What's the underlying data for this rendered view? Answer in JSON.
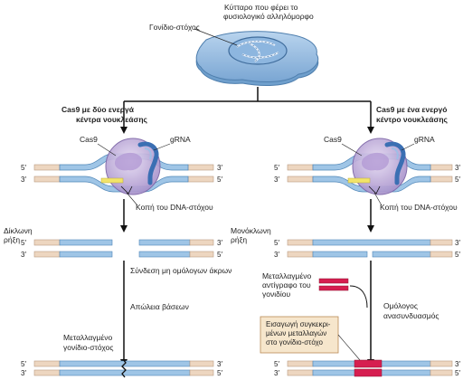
{
  "cell": {
    "caption_line1": "Κύτταρο που φέρει το",
    "caption_line2": "φυσιολογικό αλληλόμορφο",
    "target_gene": "Γονίδιο-στόχος"
  },
  "left": {
    "heading_line1": "Cas9 με δύο ενεργά",
    "heading_line2": "κέντρα νουκλεάσης",
    "cas9": "Cas9",
    "grna": "gRNA",
    "cut_target": "Κοπή του DNA-στόχου",
    "break_line1": "Δίκλωνη",
    "break_line2": "ρήξη",
    "nhej": "Σύνδεση μη ομόλογων άκρων",
    "base_loss": "Απώλεια βάσεων",
    "result_line1": "Μεταλλαγμένο",
    "result_line2": "γονίδιο-στόχος"
  },
  "right": {
    "heading_line1": "Cas9 με ένα ενεργό",
    "heading_line2": "κέντρο νουκλεάσης",
    "cas9": "Cas9",
    "grna": "gRNA",
    "cut_target": "Κοπή του DNA-στόχου",
    "break_line1": "Μονόκλωνη",
    "break_line2": "ρήξη",
    "mutant_copy_line1": "Μεταλλαγμένο",
    "mutant_copy_line2": "αντίγραφο του",
    "mutant_copy_line3": "γονιδίου",
    "insert_line1": "Εισαγωγή συγκεκρι-",
    "insert_line2": "μένων μεταλλαγών",
    "insert_line3": "στο γονίδιο-στόχο",
    "hr_line1": "Ομόλογος",
    "hr_line2": "ανασυνδυασμός"
  },
  "strand_ends": {
    "five": "5′",
    "three": "3′"
  },
  "colors": {
    "dna": "#9fc5e6",
    "dna_edge": "#4f86b8",
    "flank": "#edd6c0",
    "cas9": "#c8b4de",
    "grna": "#3b6fb3",
    "guide_yellow": "#f2e46a",
    "mutation": "#d61e50",
    "cell": "#8fb6dd",
    "box": "#f6e6cc"
  }
}
